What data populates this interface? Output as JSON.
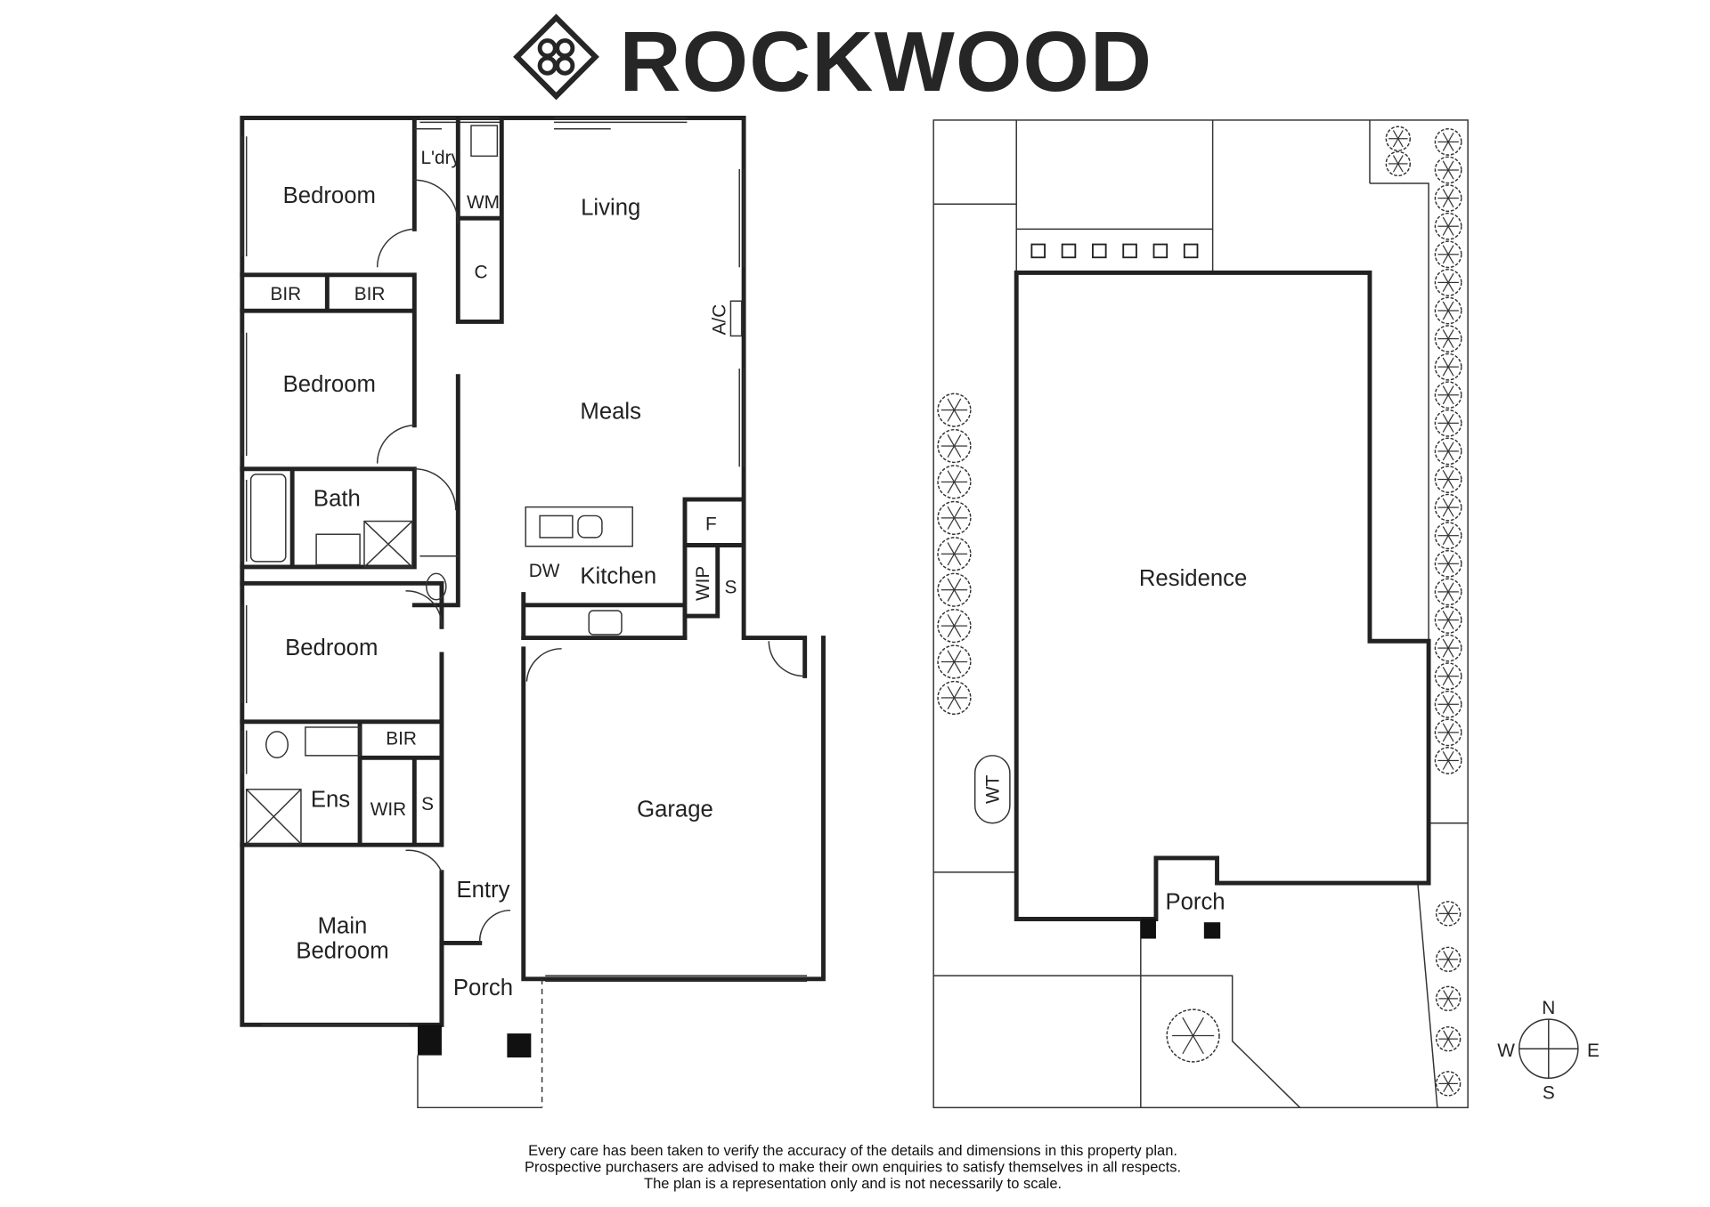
{
  "brand": {
    "name": "ROCKWOOD"
  },
  "floor_plan": {
    "rooms": {
      "bedroom1": "Bedroom",
      "bir1": "BIR",
      "bir2": "BIR",
      "bedroom2": "Bedroom",
      "bath": "Bath",
      "bedroom3": "Bedroom",
      "bir3": "BIR",
      "ens": "Ens",
      "wir": "WIR",
      "s1": "S",
      "main_bedroom_1": "Main",
      "main_bedroom_2": "Bedroom",
      "entry": "Entry",
      "porch": "Porch",
      "laundry": "L'dry",
      "wm": "WM",
      "c": "C",
      "living": "Living",
      "ac": "A/C",
      "meals": "Meals",
      "f": "F",
      "wip": "WIP",
      "s2": "S",
      "dw": "DW",
      "kitchen": "Kitchen",
      "garage": "Garage"
    }
  },
  "site_plan": {
    "residence": "Residence",
    "porch": "Porch",
    "wt": "WT",
    "compass": {
      "n": "N",
      "s": "S",
      "e": "E",
      "w": "W"
    }
  },
  "disclaimer": [
    "Every care has been taken to verify the accuracy of the details and dimensions in this property plan.",
    "Prospective purchasers are advised to make their own enquiries to satisfy themselves in all respects.",
    "The plan is a representation only and is not necessarily to scale."
  ]
}
